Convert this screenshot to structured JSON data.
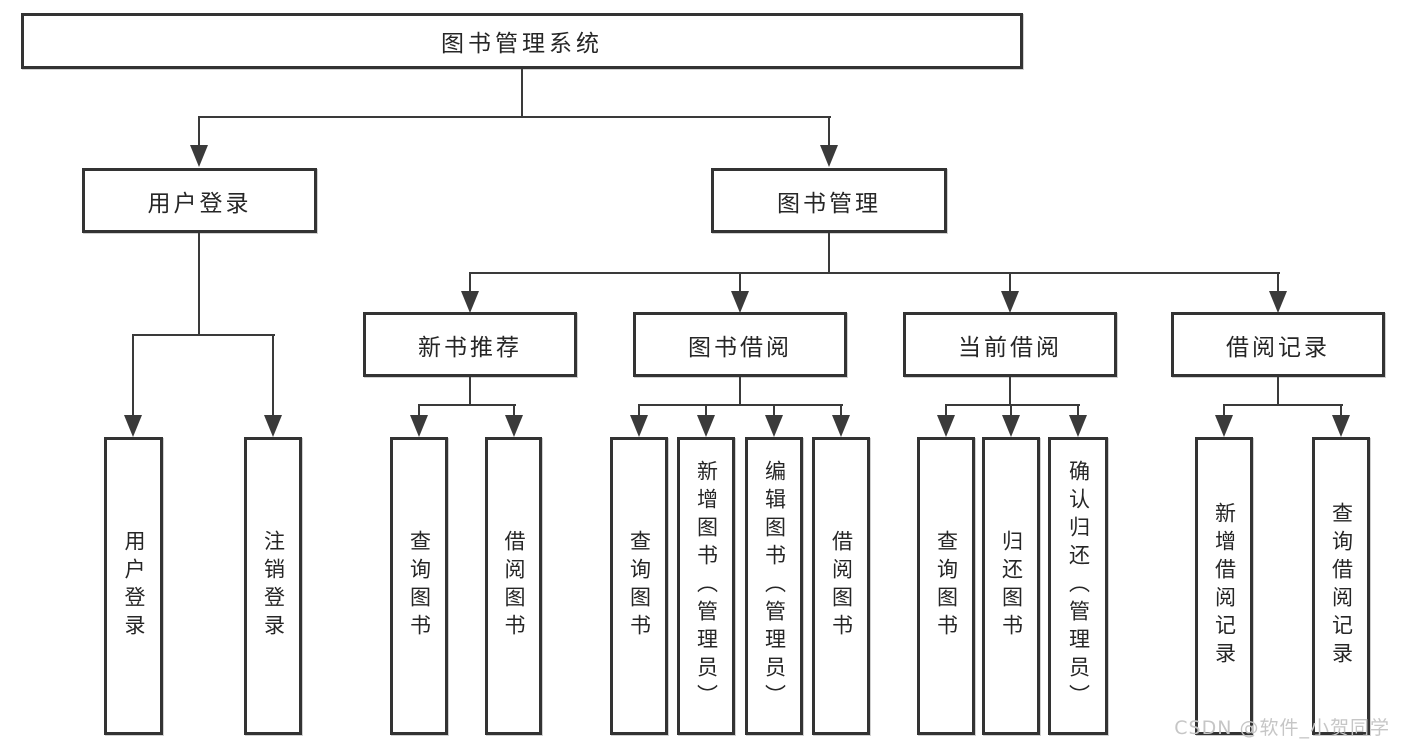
{
  "colors": {
    "bg": "#ffffff",
    "border": "#333333",
    "line": "#3a3a3a",
    "text": "#262626",
    "watermark": "#c6c6c6"
  },
  "tree": {
    "root": {
      "label": "图书管理系统"
    },
    "branches": [
      {
        "label": "用户登录",
        "children": [
          {
            "label": "用户登录"
          },
          {
            "label": "注销登录"
          }
        ]
      },
      {
        "label": "图书管理",
        "children": [
          {
            "label": "新书推荐",
            "children": [
              {
                "label": "查询图书"
              },
              {
                "label": "借阅图书"
              }
            ]
          },
          {
            "label": "图书借阅",
            "children": [
              {
                "label": "查询图书"
              },
              {
                "label": "新增图书（管理员）"
              },
              {
                "label": "编辑图书（管理员）"
              },
              {
                "label": "借阅图书"
              }
            ]
          },
          {
            "label": "当前借阅",
            "children": [
              {
                "label": "查询图书"
              },
              {
                "label": "归还图书"
              },
              {
                "label": "确认归还（管理员）"
              }
            ]
          },
          {
            "label": "借阅记录",
            "children": [
              {
                "label": "新增借阅记录"
              },
              {
                "label": "查询借阅记录"
              }
            ]
          }
        ]
      }
    ]
  },
  "watermark": {
    "text": "CSDN @软件_小贺同学"
  }
}
